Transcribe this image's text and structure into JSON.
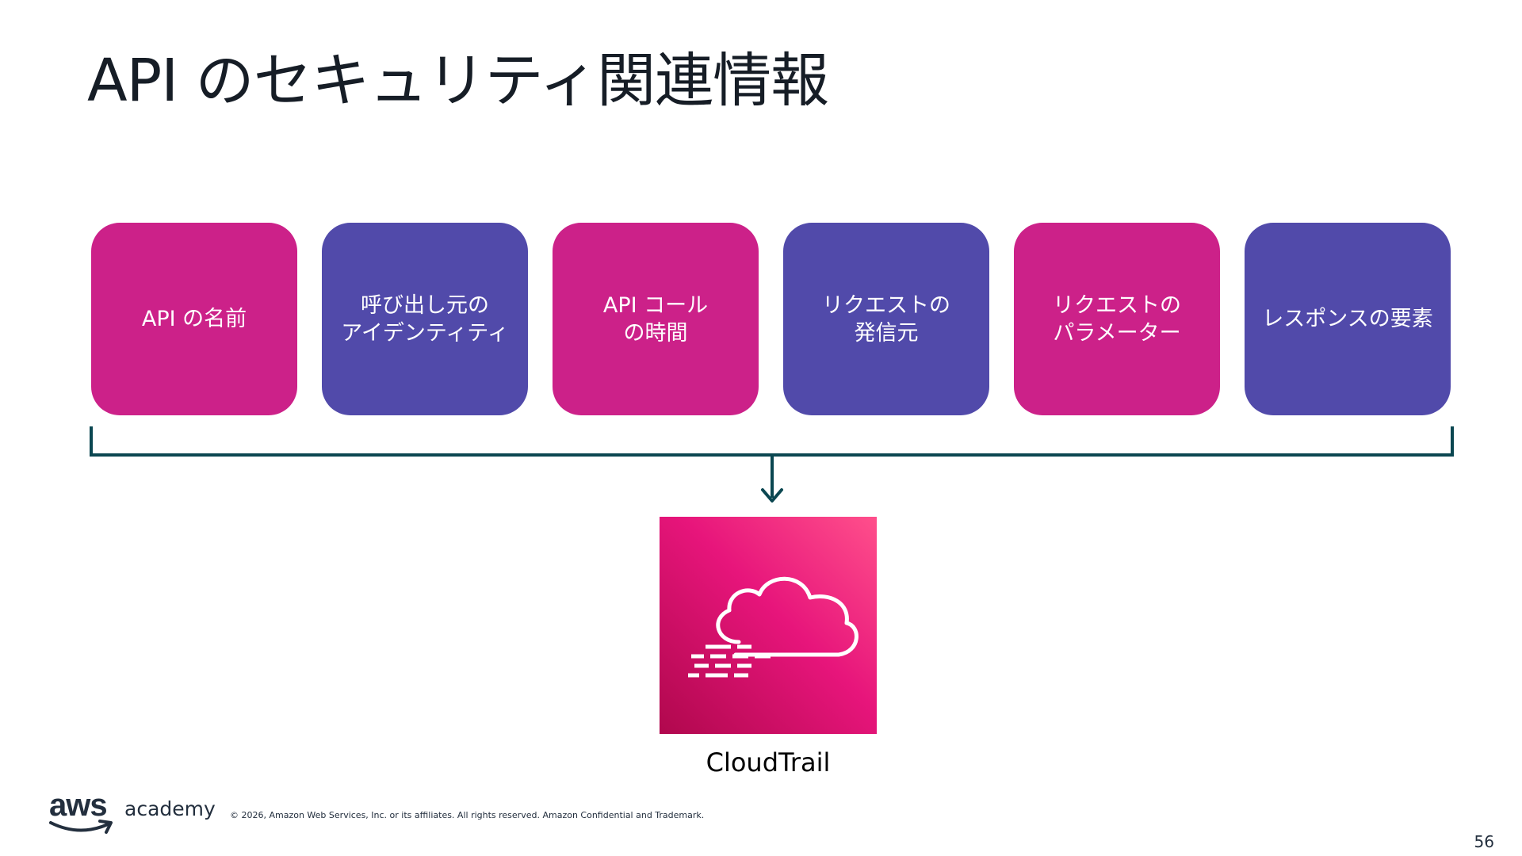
{
  "slide": {
    "title": "API のセキュリティ関連情報",
    "page_number": "56"
  },
  "boxes": [
    {
      "label": "API の名前",
      "color": "#cc2189"
    },
    {
      "label": "呼び出し元の\nアイデンティティ",
      "color": "#514aaa"
    },
    {
      "label": "API コール\nの時間",
      "color": "#cc2189"
    },
    {
      "label": "リクエストの\n発信元",
      "color": "#514aaa"
    },
    {
      "label": "リクエストの\nパラメーター",
      "color": "#cc2189"
    },
    {
      "label": "レスポンスの要素",
      "color": "#514aaa"
    }
  ],
  "service": {
    "label": "CloudTrail",
    "icon": "cloudtrail-icon"
  },
  "footer": {
    "logo_aws": "aws",
    "logo_academy": "academy",
    "copyright": "© 2026, Amazon Web Services, Inc. or its affiliates. All rights reserved. Amazon Confidential and Trademark."
  },
  "colors": {
    "magenta": "#cc2189",
    "purple": "#514aaa",
    "connector": "#0b4751",
    "icon_gradient_start": "#b0084d",
    "icon_gradient_end": "#ff4f8b"
  }
}
